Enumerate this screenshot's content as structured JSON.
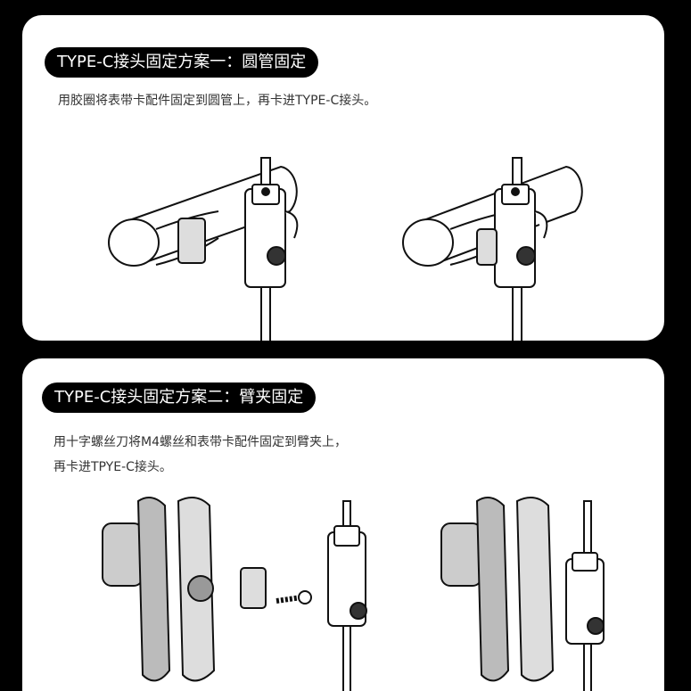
{
  "section1": {
    "title": "TYPE-C接头固定方案一：圆管固定",
    "description": "用胶圈将表带卡配件固定到圆管上，再卡进TYPE-C接头。"
  },
  "section2": {
    "title": "TYPE-C接头固定方案二：臂夹固定",
    "description_line1": "用十字螺丝刀将M4螺丝和表带卡配件固定到臂夹上，",
    "description_line2": "再卡进TPYE-C接头。"
  }
}
